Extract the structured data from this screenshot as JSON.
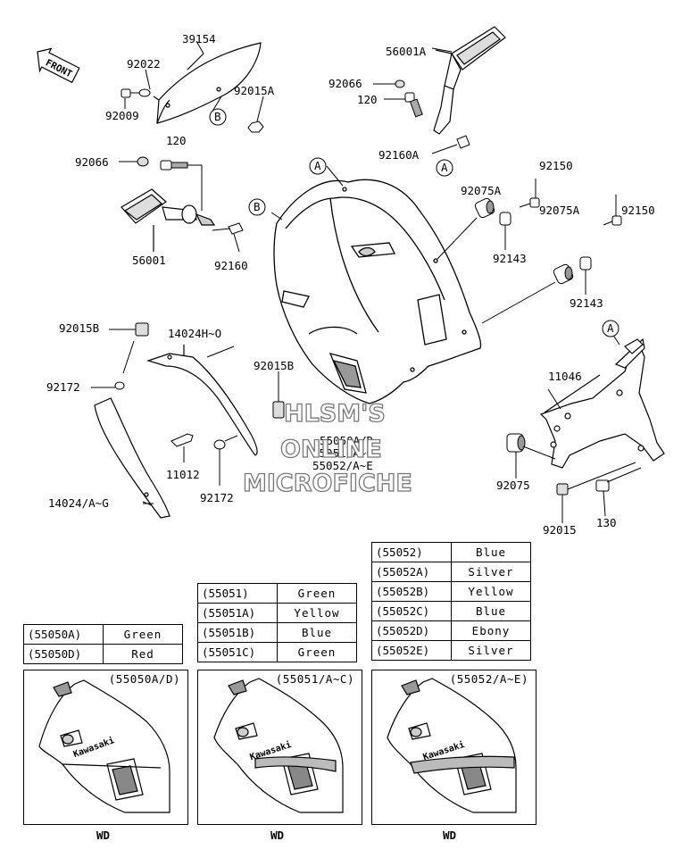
{
  "front_label": "FRONT",
  "watermark": [
    "HLSM'S",
    "ONLINE",
    "MICROFICHE"
  ],
  "part_labels": {
    "p39154": "39154",
    "p92022": "92022",
    "p92009": "92009",
    "p92015A_top": "92015A",
    "p120_left": "120",
    "p92066_left": "92066",
    "p56001": "56001",
    "p92160": "92160",
    "p56001A": "56001A",
    "p92066_right": "92066",
    "p120_right": "120",
    "p92160A": "92160A",
    "p92150_a": "92150",
    "p92075A_a": "92075A",
    "p92143_a": "92143",
    "p92150_b": "92150",
    "p92075A_b": "92075A",
    "p92143_b": "92143",
    "p92015B_left": "92015B",
    "p14024H": "14024H~O",
    "p92172_left": "92172",
    "p92015B_mid": "92015B",
    "p55050": "55050A/D",
    "p55051": "55051/A~C",
    "p55052": "55052/A~E",
    "p11012": "11012",
    "p92172_mid": "92172",
    "p14024A": "14024/A~G",
    "p11046": "11046",
    "p92075": "92075",
    "p92015": "92015",
    "p130": "130"
  },
  "ref_marks": {
    "a": "A",
    "b": "B"
  },
  "table_55050": [
    {
      "code": "(55050A)",
      "color": "Green"
    },
    {
      "code": "(55050D)",
      "color": "Red"
    }
  ],
  "table_55051": [
    {
      "code": "(55051)",
      "color": "Green"
    },
    {
      "code": "(55051A)",
      "color": "Yellow"
    },
    {
      "code": "(55051B)",
      "color": "Blue"
    },
    {
      "code": "(55051C)",
      "color": "Green"
    }
  ],
  "table_55052": [
    {
      "code": "(55052)",
      "color": "Blue"
    },
    {
      "code": "(55052A)",
      "color": "Silver"
    },
    {
      "code": "(55052B)",
      "color": "Yellow"
    },
    {
      "code": "(55052C)",
      "color": "Blue"
    },
    {
      "code": "(55052D)",
      "color": "Ebony"
    },
    {
      "code": "(55052E)",
      "color": "Silver"
    }
  ],
  "variants": [
    {
      "title": "(55050A/D)",
      "footer": "WD",
      "logo": "Kawasaki"
    },
    {
      "title": "(55051/A~C)",
      "footer": "WD",
      "logo": "Kawasaki"
    },
    {
      "title": "(55052/A~E)",
      "footer": "WD",
      "logo": "Kawasaki"
    }
  ]
}
